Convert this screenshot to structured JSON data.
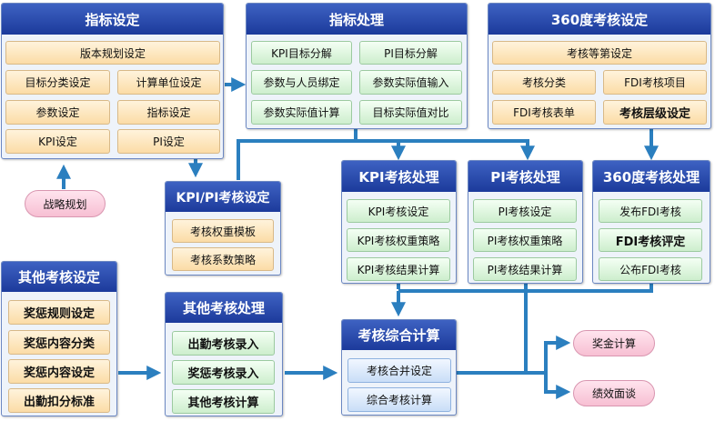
{
  "panels": {
    "indicator_settings": {
      "title": "指标设定",
      "items": [
        "版本规划设定",
        "目标分类设定",
        "计算单位设定",
        "参数设定",
        "指标设定",
        "KPI设定",
        "PI设定"
      ]
    },
    "indicator_processing": {
      "title": "指标处理",
      "items": [
        "KPI目标分解",
        "PI目标分解",
        "参数与人员绑定",
        "参数实际值输入",
        "参数实际值计算",
        "目标实际值对比"
      ]
    },
    "assessment_360_settings": {
      "title": "360度考核设定",
      "items": [
        "考核等第设定",
        "考核分类",
        "FDI考核项目",
        "FDI考核表单",
        "考核层级设定"
      ]
    },
    "kpi_pi_settings": {
      "title": "KPI/PI考核设定",
      "items": [
        "考核权重模板",
        "考核系数策略"
      ]
    },
    "kpi_processing": {
      "title": "KPI考核处理",
      "items": [
        "KPI考核设定",
        "KPI考核权重策略",
        "KPI考核结果计算"
      ]
    },
    "pi_processing": {
      "title": "PI考核处理",
      "items": [
        "PI考核设定",
        "PI考核权重策略",
        "PI考核结果计算"
      ]
    },
    "assessment_360_processing": {
      "title": "360度考核处理",
      "items": [
        "发布FDI考核",
        "FDI考核评定",
        "公布FDI考核"
      ]
    },
    "other_settings": {
      "title": "其他考核设定",
      "items": [
        "奖惩规则设定",
        "奖惩内容分类",
        "奖惩内容设定",
        "出勤扣分标准"
      ]
    },
    "other_processing": {
      "title": "其他考核处理",
      "items": [
        "出勤考核录入",
        "奖惩考核录入",
        "其他考核计算"
      ]
    },
    "comprehensive": {
      "title": "考核综合计算",
      "items": [
        "考核合并设定",
        "综合考核计算"
      ]
    }
  },
  "ovals": {
    "strategy": "战略规划",
    "bonus": "奖金计算",
    "performance": "绩效面谈"
  },
  "colors": {
    "header_top": "#3e62c2",
    "header_bottom": "#1c3a9b",
    "arrow": "#2b7fbf",
    "orange_item": "#fbdca6",
    "green_item": "#cdeecd",
    "blue_item": "#c9def7",
    "oval": "#f7bfd3"
  }
}
